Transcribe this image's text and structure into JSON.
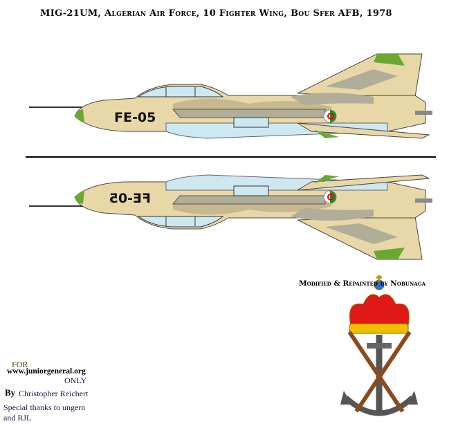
{
  "title": "MIG-21UM, Algerian Air Force, 10 Fighter Wing, Bou Sfer AFB, 1978",
  "aircraft": {
    "serial": "FE-05",
    "colors": {
      "sand": "#e8d8a8",
      "brown_camo": "#c8b890",
      "grey_camo": "#b0ad98",
      "light_blue": "#cde8f0",
      "green": "#6aa832"
    }
  },
  "credit": "Modified & Repainted by Nobunaga",
  "footer": {
    "for": "FOR",
    "site": "www.juniorgeneral.org",
    "only": "ONLY",
    "by": "By",
    "author": "Christopher Reichert",
    "thanks_line1": "Special thanks to ungern",
    "thanks_line2": "and RJL"
  }
}
